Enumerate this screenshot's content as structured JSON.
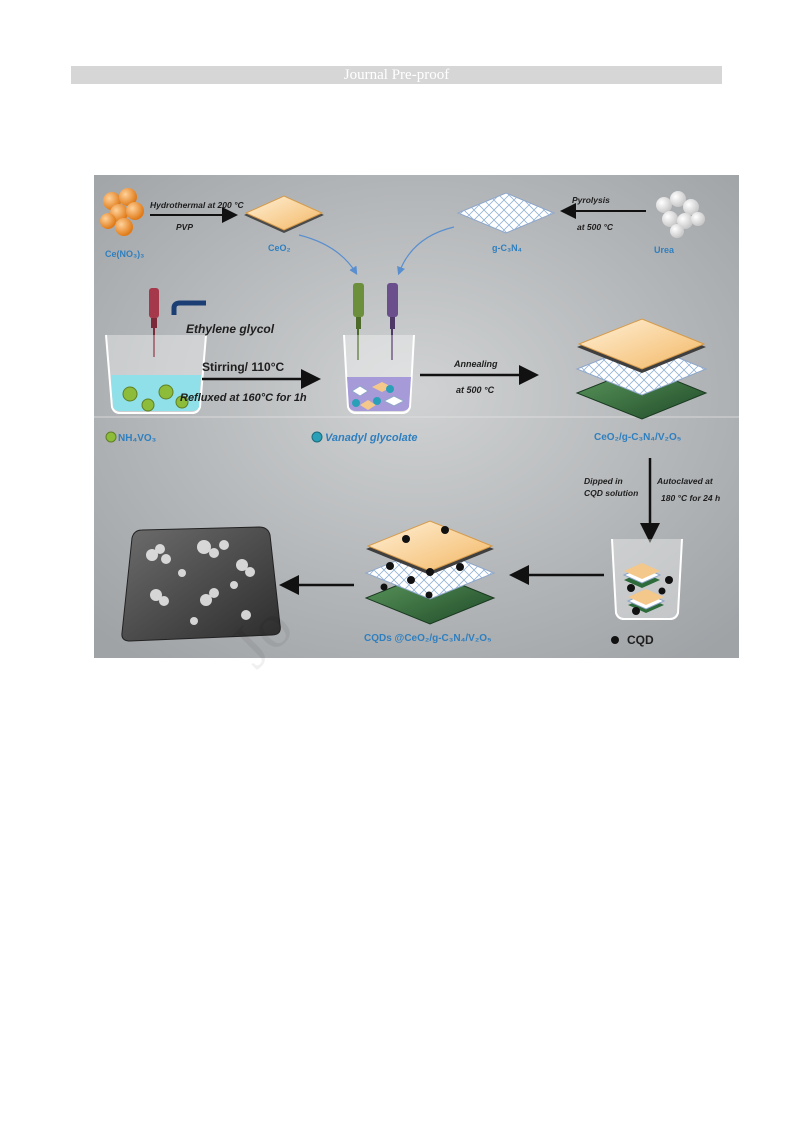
{
  "header": {
    "title": "Journal Pre-proof"
  },
  "watermark": {
    "text": "Jo"
  },
  "scheme": {
    "steps": {
      "hydrothermal": "Hydrothermal at 200 °C",
      "pvp": "PVP",
      "pyrolysis": "Pyrolysis",
      "pyrolysis_temp": "at 500 °C",
      "ethylene_glycol": "Ethylene glycol",
      "stirring": "Stirring/ 110°C",
      "refluxed": "Refluxed at 160°C for 1h",
      "annealing": "Annealing",
      "annealing_temp": "at 500 °C",
      "dipped_1": "Dipped in",
      "dipped_2": "CQD solution",
      "autoclaved_1": "Autoclaved at",
      "autoclaved_2": "180 °C for 24 h"
    },
    "materials": {
      "ce_nitrate": "Ce(NO₃)₃",
      "ceo2": "CeO₂",
      "gc3n4": "g-C₃N₄",
      "urea": "Urea",
      "nh4vo3": "NH₄VO₃",
      "vanadyl": "Vanadyl glycolate",
      "composite": "CeO₂/g-C₃N₄/V₂O₅",
      "final": "CQDs @CeO₂/g-C₃N₄/V₂O₅",
      "cqd": "CQD"
    },
    "colors": {
      "background": "#b9bcbe",
      "label_blue": "#2f7fbf",
      "ceo2_plate": "#f4c78a",
      "v2o5_plate": "#2e6b3a",
      "ce_spheres": "#f08a24",
      "nh4vo3_dots": "#8dbb3a",
      "vanadyl_dot": "#2aa0b8",
      "solution": "#8fe0e8"
    }
  }
}
